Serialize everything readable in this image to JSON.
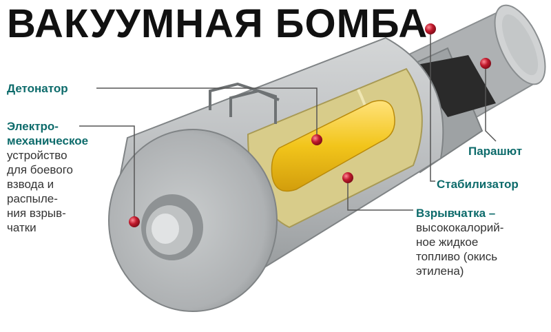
{
  "title": "ВАКУУМНАЯ БОМБА",
  "labels": {
    "detonator": "Детонатор",
    "fuze_head": "Электро-",
    "fuze_body_1": "механическое",
    "fuze_body_2": "устройство",
    "fuze_body_3": "для боевого",
    "fuze_body_4": "взвода и",
    "fuze_body_5": "распыле-",
    "fuze_body_6": "ния взрыв-",
    "fuze_body_7": "чатки",
    "parachute": "Парашют",
    "stabilizer": "Стабилизатор",
    "explosive_head": "Взрывчатка –",
    "explosive_body_1": "высококалорий-",
    "explosive_body_2": "ное жидкое",
    "explosive_body_3": "топливо (окись",
    "explosive_body_4": "этилена)"
  },
  "colors": {
    "label_head": "#0d6b6b",
    "label_body": "#333333",
    "bomb_body": "#b9bcbe",
    "bomb_dark": "#8e9294",
    "cutaway_interior": "#d8cc8a",
    "fuel_charge": "#f2c51b",
    "marker": "#c0192c"
  }
}
